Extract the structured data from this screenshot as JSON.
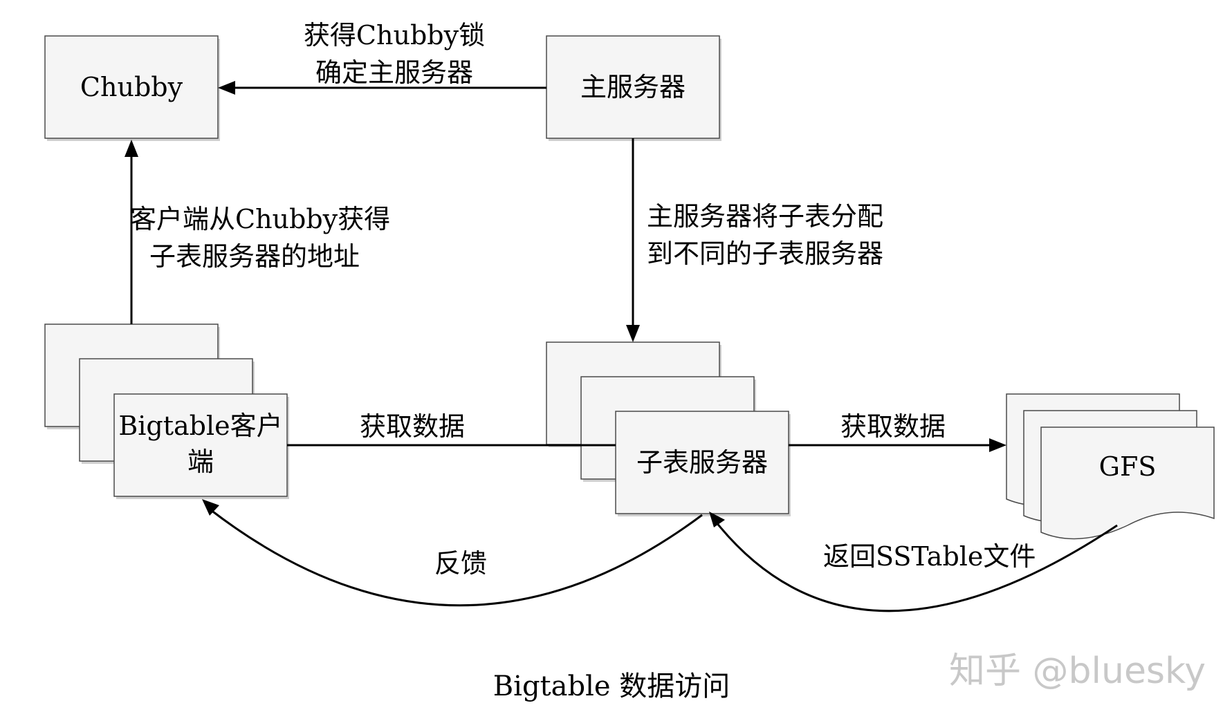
{
  "nodes": {
    "chubby": "Chubby",
    "master": "主服务器",
    "client": "Bigtable客户端",
    "tablet_server": "子表服务器",
    "gfs": "GFS"
  },
  "edges": {
    "master_to_chubby": [
      "获得Chubby锁",
      "确定主服务器"
    ],
    "client_to_chubby": [
      "客户端从Chubby获得",
      "子表服务器的地址"
    ],
    "master_to_tablet": [
      "主服务器将子表分配",
      "到不同的子表服务器"
    ],
    "client_to_tablet": "获取数据",
    "tablet_to_gfs": "获取数据",
    "tablet_to_client": "反馈",
    "gfs_to_tablet": "返回SSTable文件"
  },
  "caption": "Bigtable 数据访问",
  "watermark": "知乎 @bluesky"
}
